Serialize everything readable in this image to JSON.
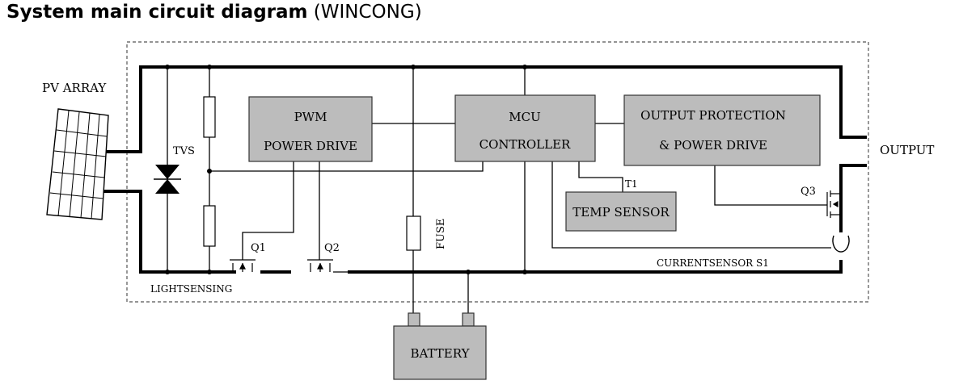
{
  "title": {
    "main": "System main circuit diagram",
    "sub": "(WINCONG)"
  },
  "labels": {
    "pv_array": "PV ARRAY",
    "tvs": "TVS",
    "pwm_line1": "PWM",
    "pwm_line2": "POWER DRIVE",
    "mcu_line1": "MCU",
    "mcu_line2": "CONTROLLER",
    "outprot_line1": "OUTPUT PROTECTION",
    "outprot_line2": "& POWER DRIVE",
    "output": "OUTPUT",
    "t1": "T1",
    "temp_sensor": "TEMP SENSOR",
    "q1": "Q1",
    "q2": "Q2",
    "q3": "Q3",
    "fuse": "FUSE",
    "current_sensor": "CURRENTSENSOR S1",
    "light_sensing": "LIGHTSENSING",
    "battery": "BATTERY"
  },
  "colors": {
    "block_fill": "#bcbcbc",
    "wire": "#000000",
    "frame": "#555555"
  }
}
